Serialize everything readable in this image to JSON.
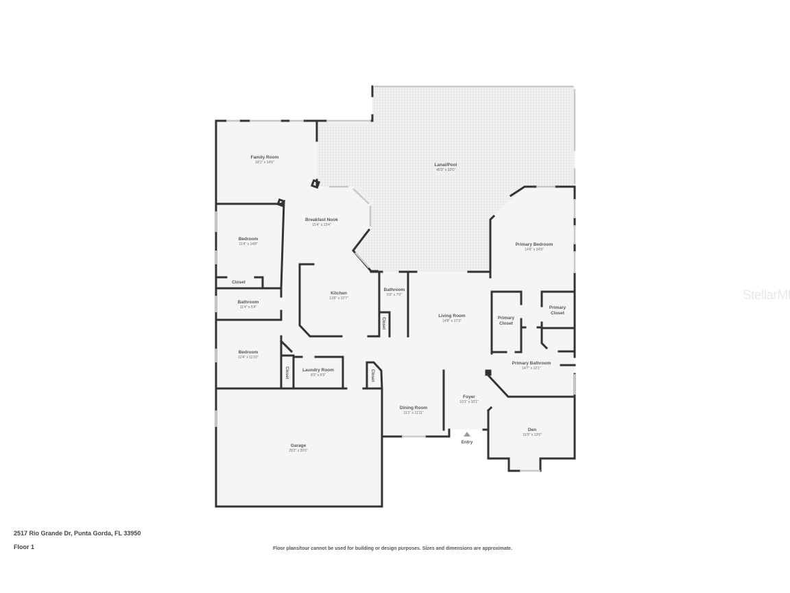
{
  "footer": {
    "address": "2517 Rio Grande Dr, Punta Gorda, FL 33950",
    "floor": "Floor 1",
    "disclaimer": "Floor plans/tour cannot be used for building or design purposes. Sizes and dimensions are approximate."
  },
  "watermark": "StellarMLS",
  "colors": {
    "wall": "#333333",
    "floor": "#f5f5f5",
    "lanai": "#eeeeee",
    "window": "#cfcfcf"
  },
  "entry": {
    "label": "Entry"
  },
  "rooms": [
    {
      "name": "Family Room",
      "dims": "18'1\" x 14'6\""
    },
    {
      "name": "Lanai/Pool",
      "dims": "45'3\" x 32'6\""
    },
    {
      "name": "Breakfast Nook",
      "dims": "15'4\" x 13'4\""
    },
    {
      "name": "Bedroom",
      "dims": "11'4\" x 14'8\""
    },
    {
      "name": "Closet",
      "dims": ""
    },
    {
      "name": "Bathroom",
      "dims": "11'4\" x 5'4\""
    },
    {
      "name": "Bedroom",
      "dims": "11'4\" x 11'10\""
    },
    {
      "name": "Kitchen",
      "dims": "13'6\" x 12'7\""
    },
    {
      "name": "Bathroom",
      "dims": "5'0\" x 7'0\""
    },
    {
      "name": "Laundry Room",
      "dims": "8'3\" x 5'5\""
    },
    {
      "name": "Living Room",
      "dims": "14'8\" x 17'3\""
    },
    {
      "name": "Primary Bedroom",
      "dims": "14'6\" x 24'9\""
    },
    {
      "name": "Primary Closet",
      "dims": ""
    },
    {
      "name": "Primary Closet",
      "dims": ""
    },
    {
      "name": "Primary Bathroom",
      "dims": "14'7\" x 12'1\""
    },
    {
      "name": "Dining Room",
      "dims": "11'1\" x 11'11\""
    },
    {
      "name": "Foyer",
      "dims": "10'1\" x 10'1\""
    },
    {
      "name": "Den",
      "dims": "15'0\" x 13'6\""
    },
    {
      "name": "Garage",
      "dims": "29'2\" x 20'6\""
    }
  ],
  "vertical_labels": [
    {
      "name": "Closet"
    },
    {
      "name": "Closet"
    },
    {
      "name": "Closet"
    }
  ]
}
